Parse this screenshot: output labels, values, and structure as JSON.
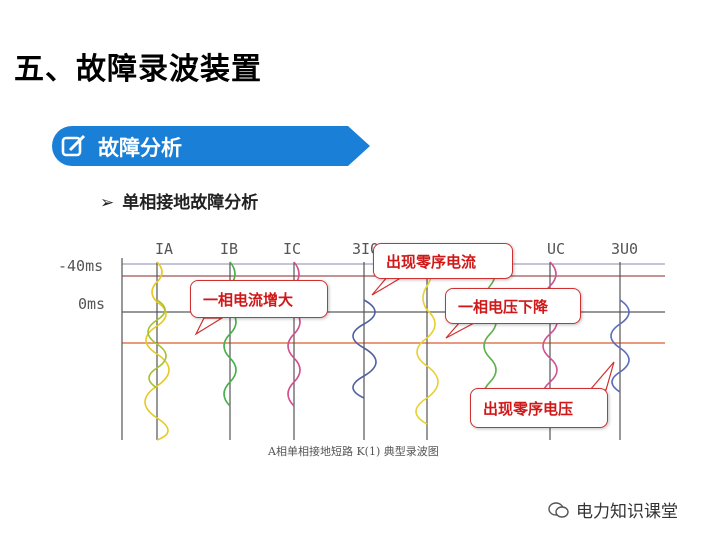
{
  "title": "五、故障录波装置",
  "banner": {
    "text": "故障分析",
    "icon": "edit-icon",
    "color": "#1a7fd6"
  },
  "subheading": {
    "bullet": "➢",
    "text": "单相接地故障分析"
  },
  "figure": {
    "channels": [
      "IA",
      "IB",
      "IC",
      "3I0",
      "",
      "UC",
      "3U0"
    ],
    "time_labels": [
      "-40ms",
      "0ms"
    ],
    "caption": "A相单相接地短路 K(1) 典型录波图"
  },
  "callouts": {
    "c1": "一相电流增大",
    "c2": "出现零序电流",
    "c3": "一相电压下降",
    "c4": "出现零序电压"
  },
  "footer": {
    "text": "电力知识课堂",
    "icon": "wechat-icon"
  }
}
